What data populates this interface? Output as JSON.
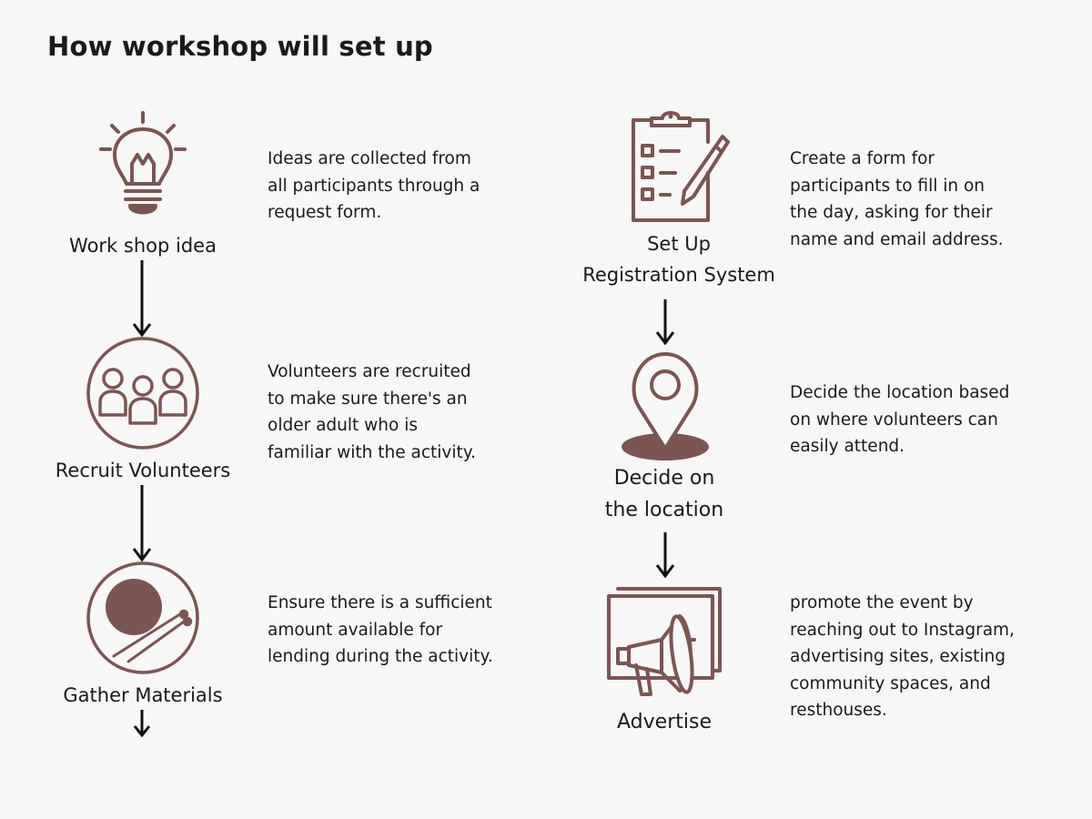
{
  "title": "How workshop will set up",
  "colors": {
    "accent": "#7b5552",
    "text": "#1a1a1a",
    "background": "#f7f7f7"
  },
  "steps_left": [
    {
      "icon": "lightbulb-icon",
      "label": "Work shop idea",
      "description": [
        "Ideas are collected from",
        "all participants through a",
        "request form."
      ]
    },
    {
      "icon": "people-group-icon",
      "label": "Recruit Volunteers",
      "description": [
        "Volunteers are recruited",
        "to make sure there's an",
        "older adult who is",
        "familiar with the activity."
      ]
    },
    {
      "icon": "yarn-needles-icon",
      "label": "Gather Materials",
      "description": [
        "Ensure there is a sufficient",
        "amount available for",
        "lending during the activity."
      ]
    }
  ],
  "steps_right": [
    {
      "icon": "clipboard-checklist-icon",
      "label": [
        "Set Up",
        "Registration System"
      ],
      "description": [
        "Create a form for",
        "participants to fill in on",
        "the day, asking for their",
        "name and email address."
      ]
    },
    {
      "icon": "location-pin-icon",
      "label": [
        "Decide on",
        "the location"
      ],
      "description": [
        "Decide the location based",
        "on where volunteers can",
        "easily attend."
      ]
    },
    {
      "icon": "megaphone-icon",
      "label": "Advertise",
      "description": [
        "promote the event by",
        "reaching out to Instagram,",
        "advertising sites, existing",
        "community spaces, and",
        "resthouses."
      ]
    }
  ]
}
